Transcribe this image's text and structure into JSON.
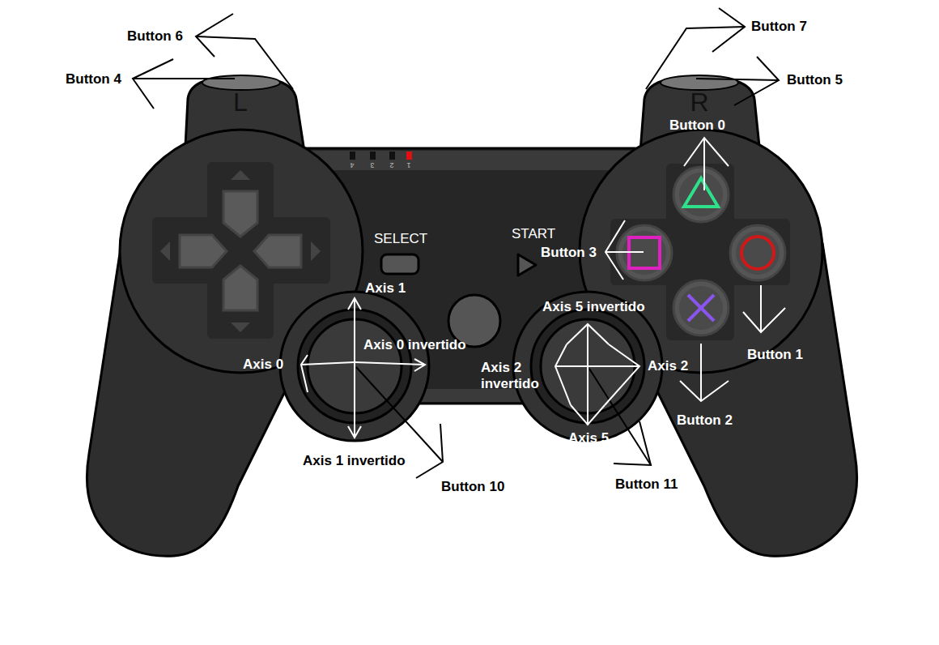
{
  "diagram": {
    "labels": [
      "Button 6",
      "Button 7",
      "Button 4",
      "Button 5",
      "L",
      "R",
      "Button 0",
      "4",
      "3",
      "2",
      "1",
      "SELECT",
      "START",
      "Button 3",
      "Axis 1",
      "Axis 5 invertido",
      "Axis 0",
      "Axis 0 invertido",
      "Axis 2 invertido",
      "Axis 2",
      "Button 1",
      "Button 2",
      "Axis 5",
      "Axis 1 invertido",
      "Button 10",
      "Button 11"
    ]
  }
}
